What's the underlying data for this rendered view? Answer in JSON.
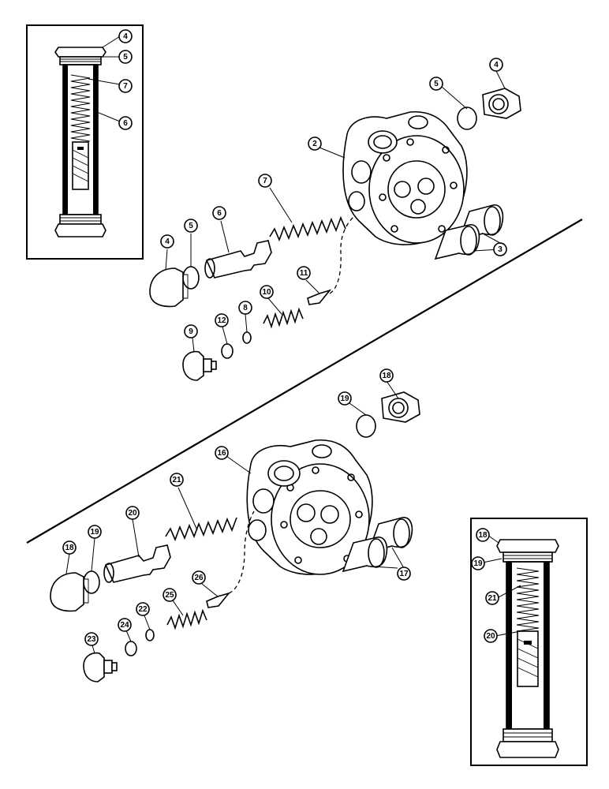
{
  "diagram": {
    "upper_assembly_callouts": [
      "4",
      "5",
      "7",
      "6",
      "4",
      "5",
      "2",
      "7",
      "6",
      "5",
      "4",
      "3",
      "11",
      "10",
      "8",
      "12",
      "9"
    ],
    "lower_assembly_callouts": [
      "18",
      "19",
      "16",
      "21",
      "20",
      "19",
      "18",
      "17",
      "26",
      "25",
      "22",
      "24",
      "23"
    ],
    "inset_lower_callouts": [
      "18",
      "19",
      "21",
      "20"
    ]
  }
}
